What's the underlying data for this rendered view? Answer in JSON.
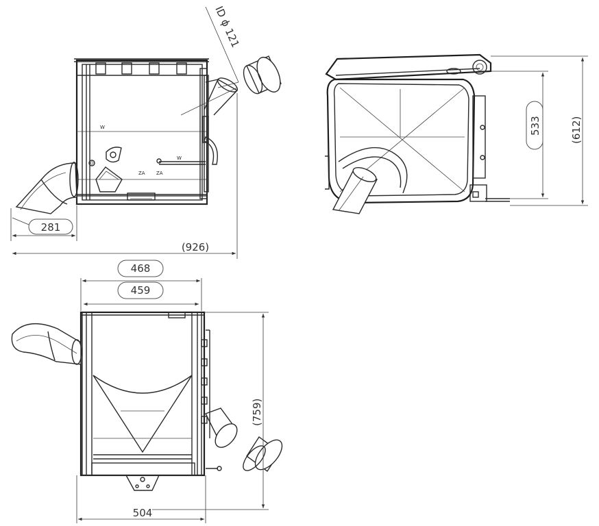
{
  "dimensions": {
    "id_label": "ID ϕ 121",
    "d281": "281",
    "d926": "(926)",
    "d533": "533",
    "d612": "(612)",
    "d468": "468",
    "d459": "459",
    "d759": "(759)",
    "d504": "504"
  },
  "marks": {
    "m1": "W",
    "m2": "W",
    "m3": "ZA",
    "m4": "ZA"
  }
}
